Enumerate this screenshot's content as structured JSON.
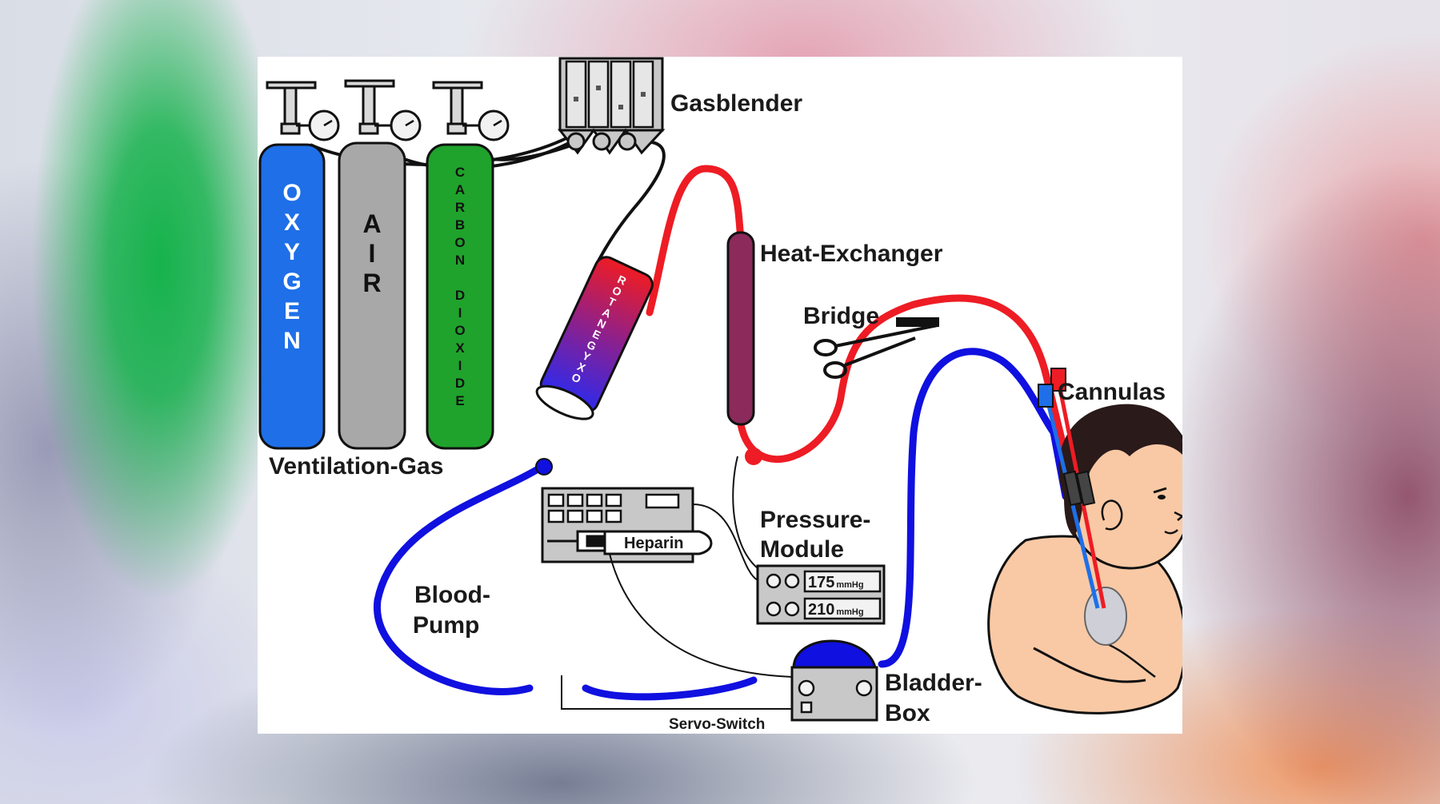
{
  "labels": {
    "gasblender": "Gasblender",
    "heat_exchanger": "Heat-Exchanger",
    "bridge": "Bridge",
    "cannulas": "Cannulas",
    "ventilation_gas": "Ventilation-Gas",
    "pressure_module_line1": "Pressure-",
    "pressure_module_line2": "Module",
    "blood_pump_line1": "Blood-",
    "blood_pump_line2": "Pump",
    "bladder_box_line1": "Bladder-",
    "bladder_box_line2": "Box",
    "servo_switch": "Servo-Switch",
    "heparin": "Heparin"
  },
  "tanks": {
    "oxygen": [
      "O",
      "X",
      "Y",
      "G",
      "E",
      "N"
    ],
    "air": [
      "A",
      "I",
      "R"
    ],
    "carbon_dioxide": [
      "C",
      "A",
      "R",
      "B",
      "O",
      "N",
      " ",
      "D",
      "I",
      "O",
      "X",
      "I",
      "D",
      "E"
    ]
  },
  "oxygenator": [
    "O",
    "X",
    "Y",
    "G",
    "E",
    "N",
    "A",
    "T",
    "O",
    "R"
  ],
  "pressure_readings": {
    "reading1": {
      "value": "175",
      "unit": "mmHg"
    },
    "reading2": {
      "value": "210",
      "unit": "mmHg"
    }
  },
  "colors": {
    "oxygen_tank": "#1e6fe8",
    "air_tank": "#a8a8a8",
    "co2_tank": "#1fa32c",
    "arterial_line": "#ee1c24",
    "venous_line": "#1010e0",
    "heat_exchanger": "#8b2a5b",
    "skin": "#f9c9a5"
  }
}
